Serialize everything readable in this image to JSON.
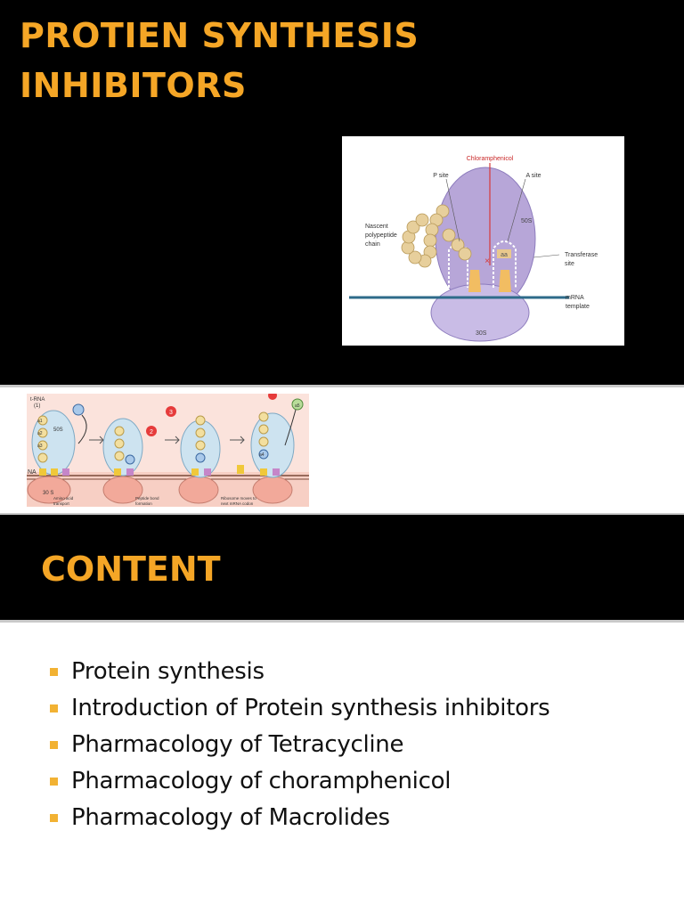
{
  "slide1": {
    "title_line1": "PROTIEN SYNTHESIS",
    "title_line2": "INHIBITORS",
    "figure": {
      "chloramphenicol": "Chloramphenicol",
      "p_site": "P site",
      "a_site": "A site",
      "nascent1": "Nascent",
      "nascent2": "polypeptide",
      "nascent3": "chain",
      "s50": "50S",
      "s30": "30S",
      "transferase1": "Transferase",
      "transferase2": "site",
      "mrna1": "mRNA",
      "mrna2": "template",
      "aa": "aa"
    }
  },
  "slide2": {
    "figure": {
      "trna": "t-RNA",
      "trna_sub": "(1)",
      "s50": "50S",
      "s30": "30 S",
      "dna": "NA",
      "step1_1": "Amino acid",
      "step1_2": "transport",
      "step2_1": "Peptide bond",
      "step2_2": "formation",
      "step3_1": "Ribosome moves to",
      "step3_2": "next mRNA codon",
      "num2": "2",
      "num3": "3",
      "a1": "a1",
      "a2": "a2",
      "a3": "a3",
      "a4": "a4",
      "a5": "a5"
    }
  },
  "slide3": {
    "heading": "CONTENT",
    "bullets": [
      "Protein synthesis",
      "Introduction of Protein synthesis inhibitors",
      "Pharmacology of Tetracycline",
      "Pharmacology of choramphenicol",
      "Pharmacology of Macrolides"
    ]
  },
  "colors": {
    "title": "#f5a626",
    "bullet": "#f2b233",
    "slide_bg": "#000000"
  }
}
